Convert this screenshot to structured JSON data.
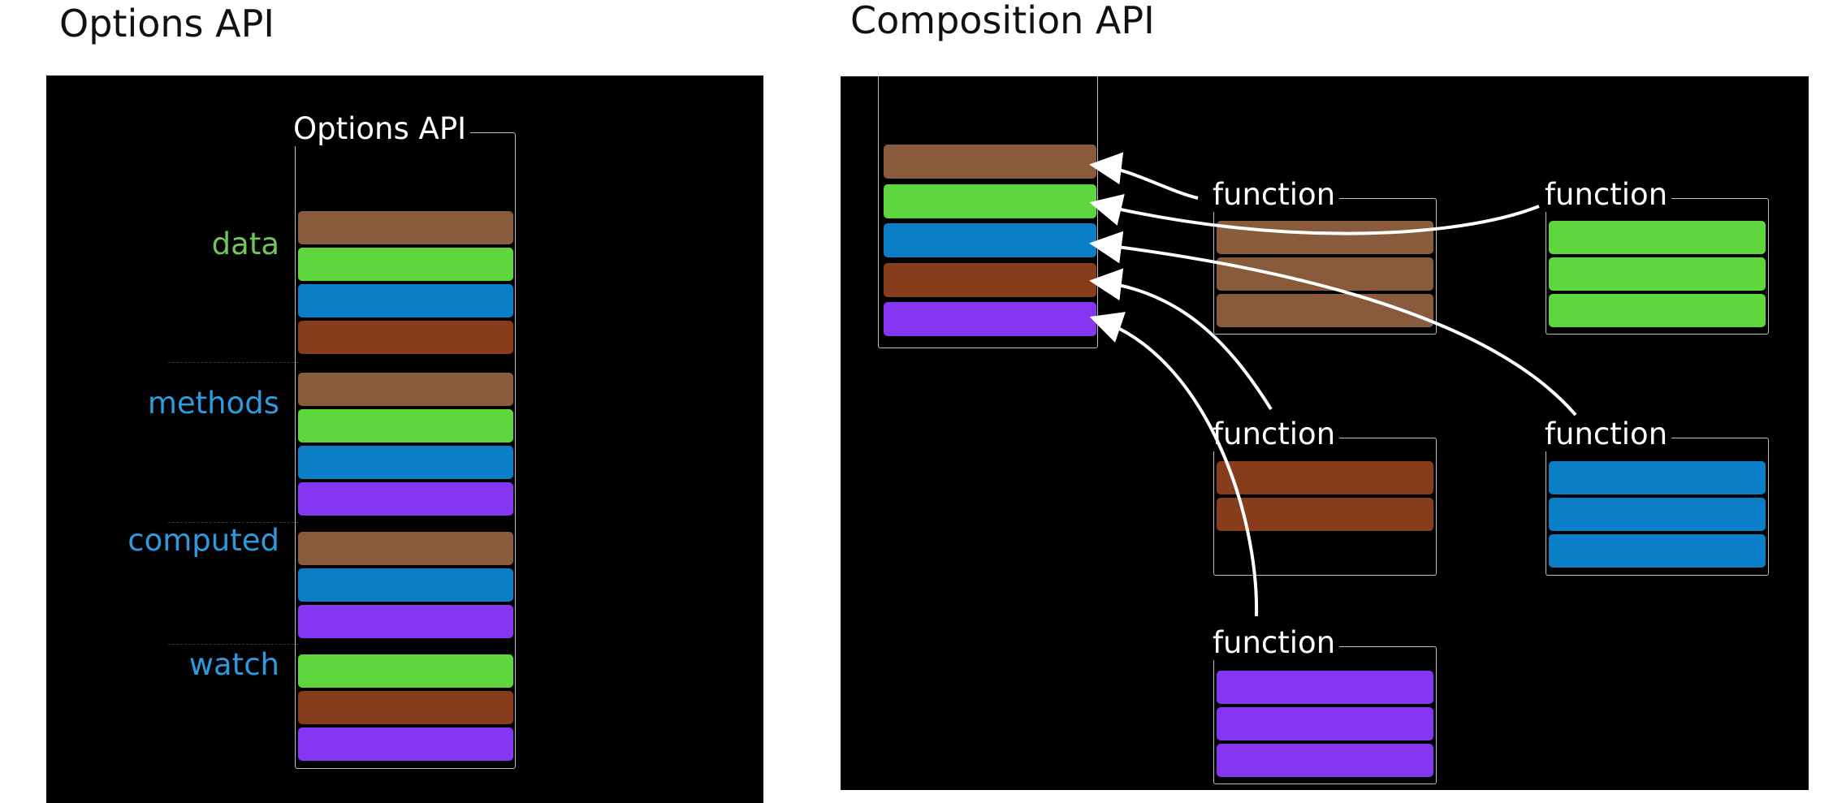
{
  "headings": {
    "options": "Options API",
    "composition": "Composition API"
  },
  "colors": {
    "brown": "#8a5a3c",
    "green": "#5ed63d",
    "blue": "#0a7fc8",
    "rust": "#873c1c",
    "purple": "#8536f3",
    "label_green": "#71c65a",
    "label_blue": "#2d9ae0",
    "box_border": "#bdbdbd",
    "background": "#000000"
  },
  "options_panel": {
    "box_title": "Options API",
    "sections": [
      {
        "label": "data",
        "label_color": "label_green",
        "bars": [
          "brown",
          "green",
          "blue",
          "rust"
        ]
      },
      {
        "label": "methods",
        "label_color": "label_blue",
        "bars": [
          "brown",
          "green",
          "blue",
          "purple"
        ]
      },
      {
        "label": "computed",
        "label_color": "label_blue",
        "bars": [
          "brown",
          "blue",
          "purple"
        ]
      },
      {
        "label": "watch",
        "label_color": "label_blue",
        "bars": [
          "green",
          "rust",
          "purple"
        ]
      }
    ]
  },
  "composition_panel": {
    "stack_bars": [
      "brown",
      "green",
      "blue",
      "rust",
      "purple"
    ],
    "functions": [
      {
        "title": "function",
        "bars": [
          "brown",
          "brown",
          "brown"
        ],
        "target": "brown"
      },
      {
        "title": "function",
        "bars": [
          "green",
          "green",
          "green"
        ],
        "target": "green"
      },
      {
        "title": "function",
        "bars": [
          "rust",
          "rust"
        ],
        "target": "rust"
      },
      {
        "title": "function",
        "bars": [
          "blue",
          "blue",
          "blue"
        ],
        "target": "blue"
      },
      {
        "title": "function",
        "bars": [
          "purple",
          "purple",
          "purple"
        ],
        "target": "purple"
      }
    ]
  }
}
